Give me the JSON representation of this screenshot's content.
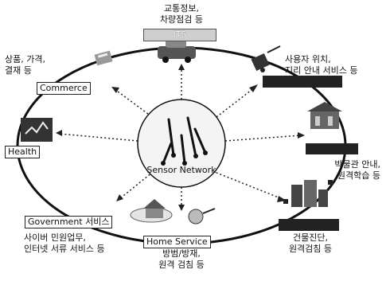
{
  "nodes": {
    "its": {
      "title": "ITS",
      "caption_line1": "교통정보,",
      "caption_line2": "차량점검 등"
    },
    "location": {
      "title": "",
      "caption_line1": "사용자 위치,",
      "caption_line2": "지리 안내 서비스 등"
    },
    "museum": {
      "title": "",
      "caption_line1": "박물관 안내,",
      "caption_line2": "원격학습 등"
    },
    "building": {
      "title": "",
      "caption_line1": "건물진단,",
      "caption_line2": "원격검침 등"
    },
    "home": {
      "title": "Home Service",
      "caption_line1": "방범/방재,",
      "caption_line2": "원격 검침 등"
    },
    "government": {
      "title": "Government 서비스",
      "caption_line1": "사이버 민원업무,",
      "caption_line2": "인터넷 서류 서비스 등"
    },
    "health": {
      "title": "Health"
    },
    "commerce": {
      "title": "Commerce",
      "caption_line1": "상품, 가격,",
      "caption_line2": "결재 등"
    }
  },
  "center": {
    "label": "Sensor Network"
  },
  "figure_caption": "                           "
}
